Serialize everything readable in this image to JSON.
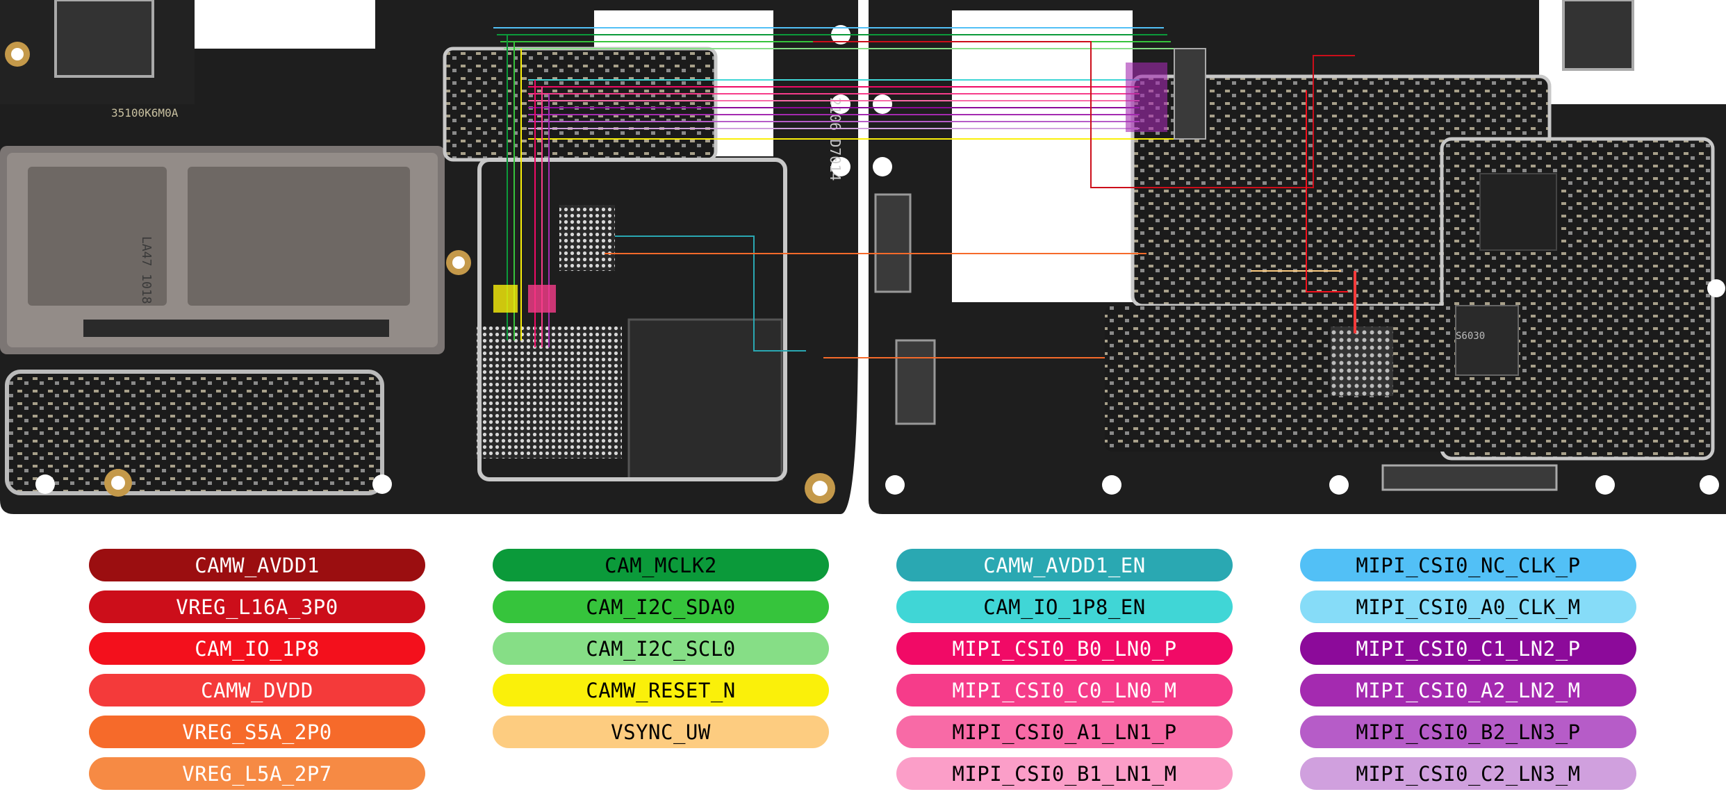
{
  "board": {
    "labels": {
      "left_board_code": "35100K6M0A",
      "left_chip_mark": "LA47 1018",
      "right_chip_1": "S6030",
      "vertical_code": "2106 D7014"
    }
  },
  "legend": {
    "columns": [
      [
        {
          "label": "CAMW_AVDD1",
          "color": "#9b0e10",
          "text": "#ffffff"
        },
        {
          "label": "VREG_L16A_3P0",
          "color": "#cc0e1a",
          "text": "#ffffff"
        },
        {
          "label": "CAM_IO_1P8",
          "color": "#f3101c",
          "text": "#ffffff"
        },
        {
          "label": "CAMW_DVDD",
          "color": "#f43a3a",
          "text": "#ffffff"
        },
        {
          "label": "VREG_S5A_2P0",
          "color": "#f66a2a",
          "text": "#ffffff"
        },
        {
          "label": "VREG_L5A_2P7",
          "color": "#f68a44",
          "text": "#ffffff"
        }
      ],
      [
        {
          "label": "CAM_MCLK2",
          "color": "#0b9a3a",
          "text": "#000000"
        },
        {
          "label": "CAM_I2C_SDA0",
          "color": "#36c43c",
          "text": "#000000"
        },
        {
          "label": "CAM_I2C_SCL0",
          "color": "#86de86",
          "text": "#000000"
        },
        {
          "label": "CAMW_RESET_N",
          "color": "#faf00a",
          "text": "#000000"
        },
        {
          "label": "VSYNC_UW",
          "color": "#fdcc80",
          "text": "#000000"
        }
      ],
      [
        {
          "label": "CAMW_AVDD1_EN",
          "color": "#2aa8b2",
          "text": "#ffffff"
        },
        {
          "label": "CAM_IO_1P8_EN",
          "color": "#40d6d6",
          "text": "#000000"
        },
        {
          "label": "MIPI_CSI0_B0_LN0_P",
          "color": "#f10a66",
          "text": "#ffffff"
        },
        {
          "label": "MIPI_CSI0_C0_LN0_M",
          "color": "#f63c8a",
          "text": "#ffffff"
        },
        {
          "label": "MIPI_CSI0_A1_LN1_P",
          "color": "#f86aa6",
          "text": "#000000"
        },
        {
          "label": "MIPI_CSI0_B1_LN1_M",
          "color": "#fb9ec8",
          "text": "#000000"
        }
      ],
      [
        {
          "label": "MIPI_CSI0_NC_CLK_P",
          "color": "#52c0f6",
          "text": "#000000"
        },
        {
          "label": "MIPI_CSI0_A0_CLK_M",
          "color": "#86dcf8",
          "text": "#000000"
        },
        {
          "label": "MIPI_CSI0_C1_LN2_P",
          "color": "#8c0a9a",
          "text": "#ffffff"
        },
        {
          "label": "MIPI_CSI0_A2_LN2_M",
          "color": "#a42ab0",
          "text": "#ffffff"
        },
        {
          "label": "MIPI_CSI0_B2_LN3_P",
          "color": "#b65cc8",
          "text": "#000000"
        },
        {
          "label": "MIPI_CSI0_C2_LN3_M",
          "color": "#d0a0de",
          "text": "#000000"
        }
      ]
    ]
  }
}
